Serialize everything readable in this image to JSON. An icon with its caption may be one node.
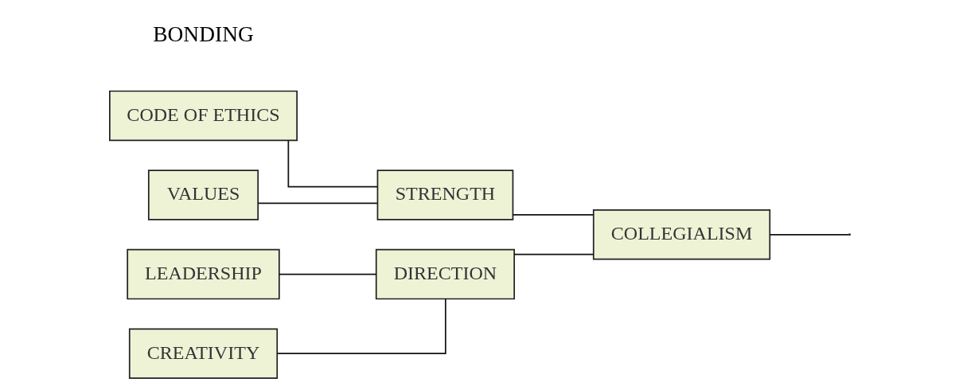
{
  "diagram": {
    "nodes": [
      {
        "text": [
          "CODE OF ETHICS"
        ]
      },
      {
        "text": [
          "VALUES"
        ]
      },
      {
        "text": [
          "STRENGTH"
        ]
      },
      {
        "text": [
          "LEADERSHIP"
        ]
      },
      {
        "text": [
          "CREATIVITY"
        ]
      },
      {
        "text": [
          "DIRECTION"
        ]
      },
      {
        "text": [
          "COLLEGIALISM"
        ]
      }
    ],
    "edges": [
      {
        "from": 0,
        "to": 2,
        "arrow": "none"
      },
      {
        "from": 1,
        "to": 2,
        "arrow": "none"
      },
      {
        "from": 3,
        "to": 5,
        "arrow": "none"
      },
      {
        "from": 4,
        "to": 5,
        "arrow": "none"
      },
      {
        "from": 2,
        "to": 6,
        "arrow": "none"
      },
      {
        "from": 5,
        "to": 6,
        "arrow": "none"
      },
      {
        "from": 6,
        "to": null,
        "arrow": "none"
      }
    ],
    "labels": [
      "BONDING"
    ]
  }
}
